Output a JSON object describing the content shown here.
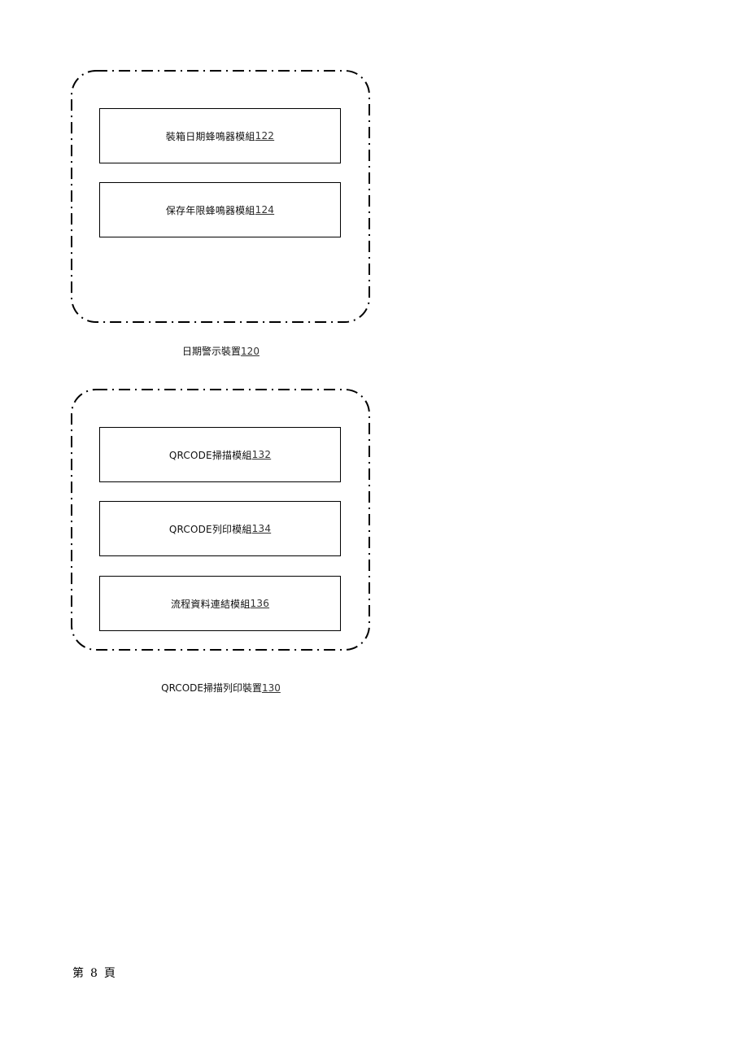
{
  "devices": [
    {
      "caption_name": "日期警示裝置",
      "caption_ref": "120",
      "modules": [
        {
          "name": "裝箱日期蜂鳴器模組",
          "ref": "122"
        },
        {
          "name": "保存年限蜂鳴器模組",
          "ref": "124"
        }
      ]
    },
    {
      "caption_name": "QRCODE掃描列印裝置",
      "caption_ref": "130",
      "modules": [
        {
          "name": "QRCODE掃描模組",
          "ref": "132"
        },
        {
          "name": "QRCODE列印模組",
          "ref": "134"
        },
        {
          "name": "流程資料連結模組",
          "ref": "136"
        }
      ]
    }
  ],
  "footer": {
    "prefix": "第",
    "page_number": "8",
    "suffix": "頁"
  }
}
